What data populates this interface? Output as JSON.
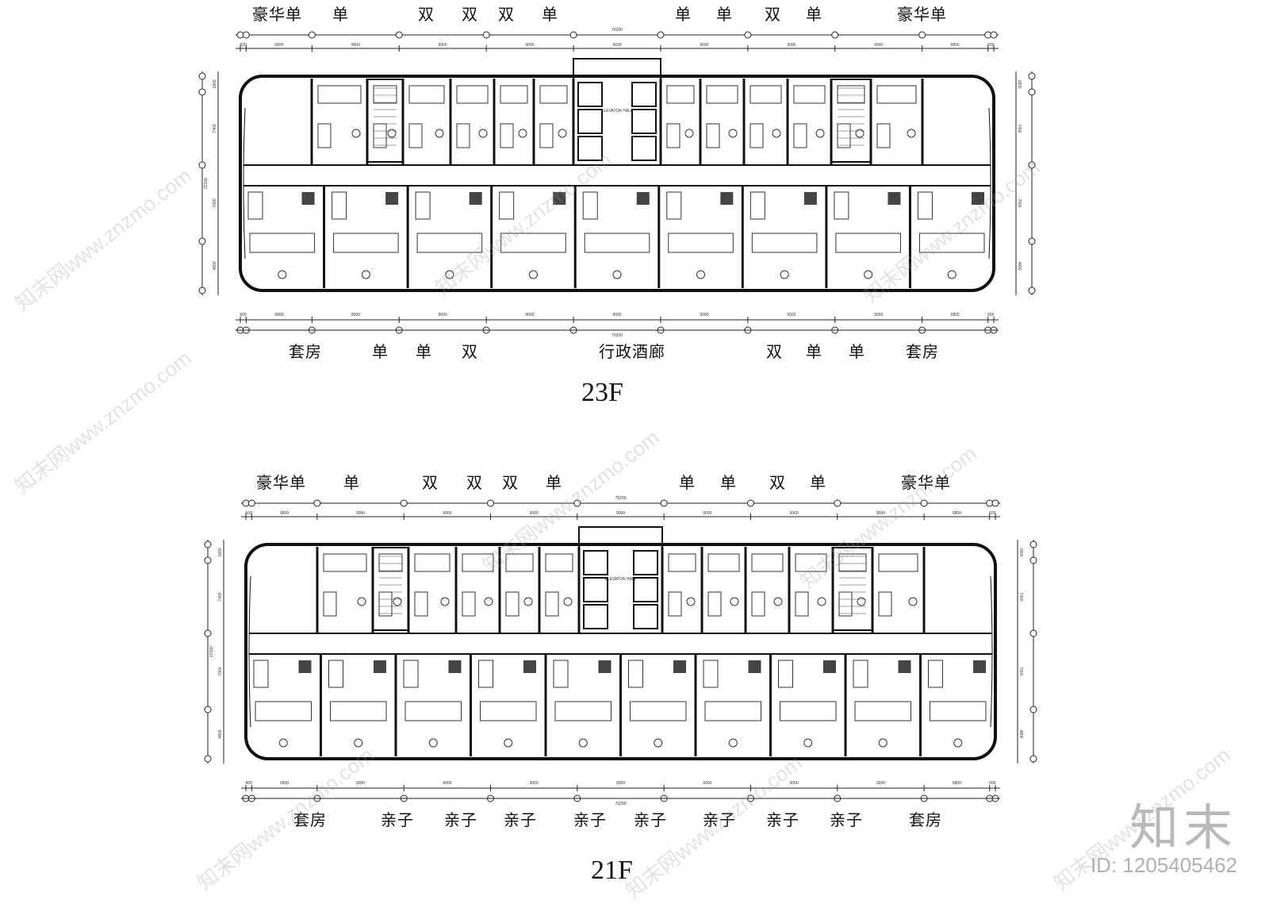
{
  "plans": [
    {
      "id": "23F",
      "title": "23F",
      "top_labels": [
        "豪华单",
        "单",
        "双",
        "双",
        "双",
        "单",
        "单",
        "单",
        "双",
        "单",
        "豪华单"
      ],
      "bottom_labels": [
        "套房",
        "单",
        "单",
        "双",
        "行政酒廊",
        "双",
        "单",
        "单",
        "套房"
      ],
      "top_dims": [
        "600",
        "6800",
        "9000",
        "9000",
        "9000",
        "9000",
        "9000",
        "9000",
        "9000",
        "6800",
        "600"
      ],
      "top_total": "76200",
      "bottom_dims": [
        "600",
        "6800",
        "9000",
        "9000",
        "9000",
        "9000",
        "9000",
        "9000",
        "9000",
        "6800",
        "600"
      ],
      "bottom_total": "76200",
      "side_dims": [
        "1800",
        "7400",
        "7000",
        "4800"
      ],
      "side_total": "22100",
      "core_text": "ELEVATOR HALL"
    },
    {
      "id": "21F",
      "title": "21F",
      "top_labels": [
        "豪华单",
        "单",
        "双",
        "双",
        "双",
        "单",
        "单",
        "单",
        "双",
        "单",
        "豪华单"
      ],
      "bottom_labels": [
        "套房",
        "亲子",
        "亲子",
        "亲子",
        "亲子",
        "亲子",
        "亲子",
        "亲子",
        "亲子",
        "套房"
      ],
      "top_dims": [
        "600",
        "6800",
        "9000",
        "9000",
        "9000",
        "9000",
        "9000",
        "9000",
        "9000",
        "6800",
        "600"
      ],
      "top_total": "76200",
      "bottom_dims": [
        "600",
        "6800",
        "9000",
        "9000",
        "9000",
        "9000",
        "9000",
        "9000",
        "9000",
        "6800",
        "600"
      ],
      "bottom_total": "76200",
      "side_dims": [
        "1800",
        "7400",
        "7000",
        "4800"
      ],
      "side_total": "22100",
      "core_text": "ELEVATOR HALL"
    }
  ],
  "branding": {
    "logo_text": "知末",
    "image_id": "ID: 1205405462",
    "watermark": "知末网www.znzmo.com"
  }
}
